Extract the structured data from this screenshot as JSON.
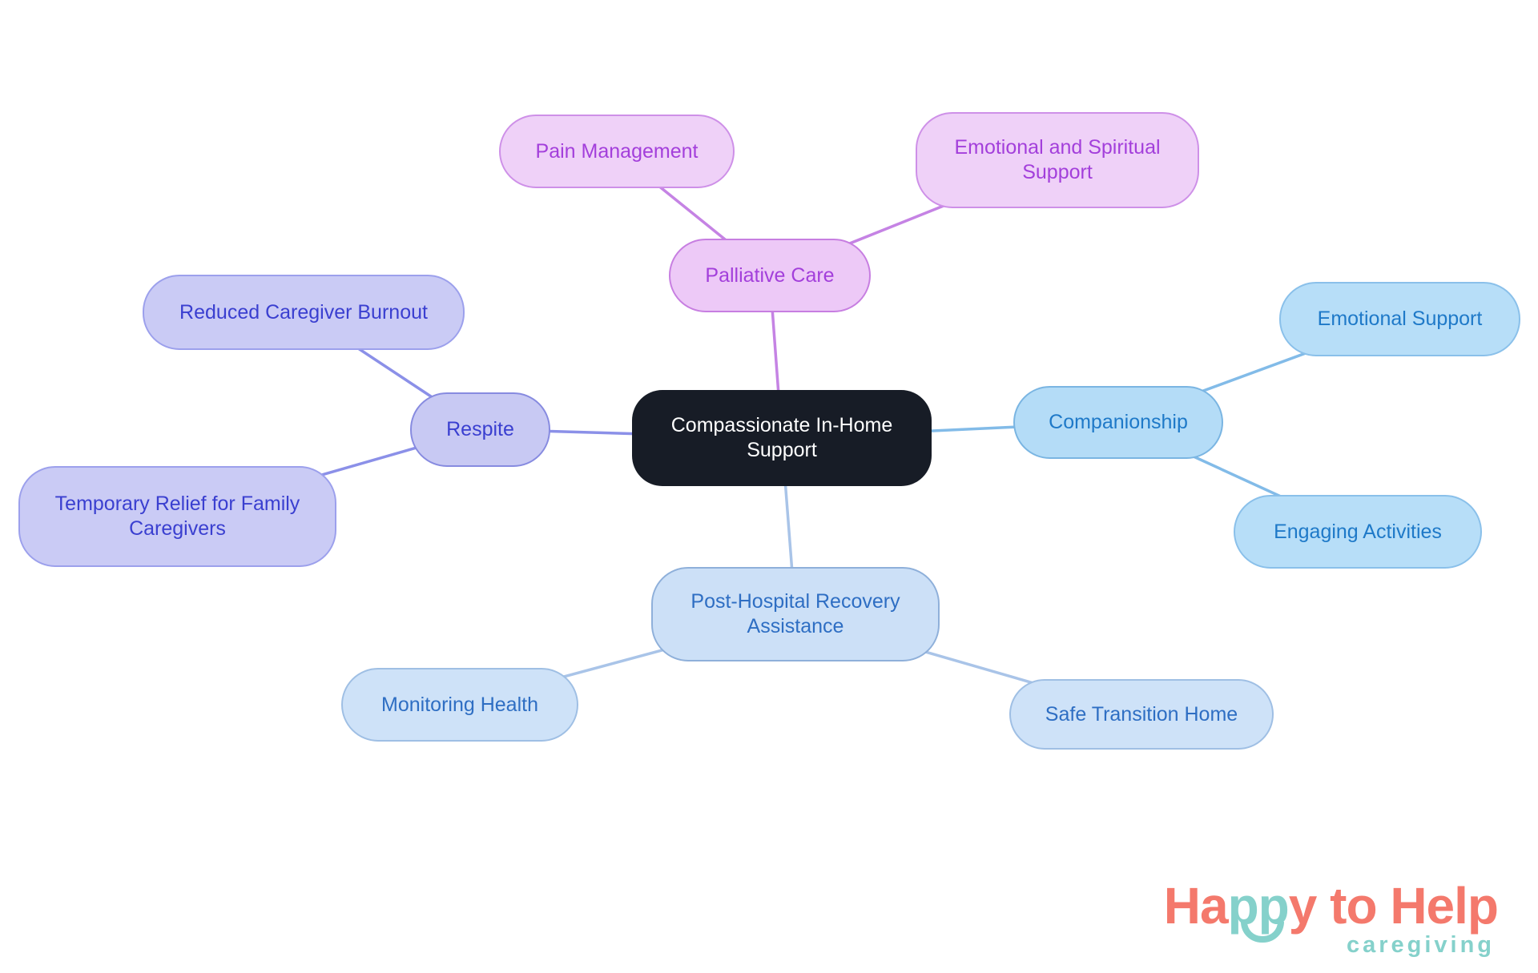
{
  "diagram": {
    "central": {
      "label": "Compassionate In-Home Support"
    },
    "branches": [
      {
        "label": "Palliative Care",
        "children": [
          {
            "label": "Pain Management"
          },
          {
            "label": "Emotional and Spiritual Support"
          }
        ]
      },
      {
        "label": "Companionship",
        "children": [
          {
            "label": "Emotional Support"
          },
          {
            "label": "Engaging Activities"
          }
        ]
      },
      {
        "label": "Respite",
        "children": [
          {
            "label": "Reduced Caregiver Burnout"
          },
          {
            "label": "Temporary Relief for Family Caregivers"
          }
        ]
      },
      {
        "label": "Post-Hospital Recovery Assistance",
        "children": [
          {
            "label": "Monitoring Health"
          },
          {
            "label": "Safe Transition Home"
          }
        ]
      }
    ]
  },
  "palette": {
    "background": "#FFFFFF",
    "central": {
      "fill": "#171C26",
      "text": "#FFFFFF"
    },
    "palliative": {
      "fill": "#EDC9F7",
      "border": "#C77EE1",
      "child_fill": "#EFD1F8",
      "child_border": "#CE90E8",
      "text": "#A33FDB",
      "edge": "#C583E4"
    },
    "companionship": {
      "fill": "#B4DCF7",
      "border": "#7AB5E2",
      "child_fill": "#B7DEF8",
      "child_border": "#8AC0EA",
      "text": "#1E79C8",
      "edge": "#82BBE8"
    },
    "respite": {
      "fill": "#C8C9F3",
      "border": "#878BE0",
      "child_fill": "#CACBF5",
      "child_border": "#9CA0EC",
      "text": "#3A3FD0",
      "edge": "#8B90E8"
    },
    "posthospital": {
      "fill": "#CCE0F7",
      "border": "#8FB0DA",
      "child_fill": "#CEE2F8",
      "child_border": "#9FBFE4",
      "text": "#2E6EC3",
      "edge": "#A9C4E8"
    }
  },
  "logo": {
    "word_start": "Ha",
    "word_mid": "pp",
    "word_end": "y to Help",
    "tagline": "caregiving",
    "coral": "#F4796C",
    "teal": "#85D1CB"
  }
}
